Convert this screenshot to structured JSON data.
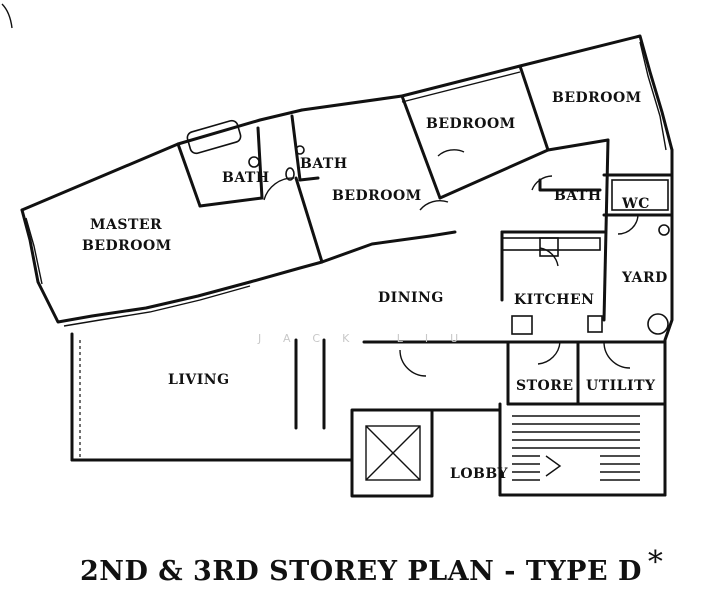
{
  "rooms": {
    "master_bedroom": [
      "MASTER",
      "BEDROOM"
    ],
    "bath_1": "BATH",
    "bath_2": "BATH",
    "bedroom_1": "BEDROOM",
    "bedroom_2": "BEDROOM",
    "bedroom_3": "BEDROOM",
    "bath_3": "BATH",
    "wc": "WC",
    "yard": "YARD",
    "dining": "DINING",
    "kitchen": "KITCHEN",
    "living": "LIVING",
    "store": "STORE",
    "utility": "UTILITY",
    "lobby": "LOBBY"
  },
  "watermark": "JACK LIU",
  "title": "2ND & 3RD STOREY PLAN - TYPE D",
  "title_mark": "*"
}
